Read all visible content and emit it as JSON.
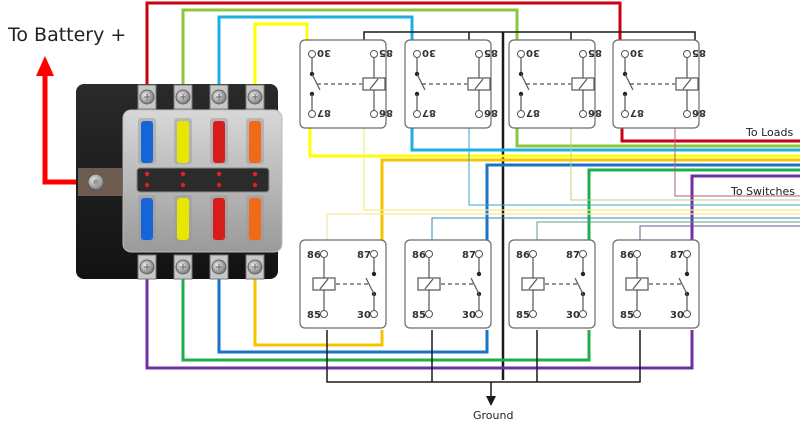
{
  "labels": {
    "battery": "To Battery +",
    "loads": "To Loads",
    "switches": "To Switches",
    "ground": "Ground"
  },
  "colors": {
    "battery_arrow": "#ff0000",
    "ground": "#1a1a1a",
    "circuits": [
      "#cc0010",
      "#8cc63f",
      "#1eaee6",
      "#ffff00",
      "#f5c400",
      "#1973c8",
      "#1fae4b",
      "#7030a0"
    ]
  },
  "fuse_block": {
    "fuse_colors_top": [
      "#1565d8",
      "#e6e600",
      "#d81c1c",
      "#f06a1a"
    ],
    "fuse_colors_bottom": [
      "#1565d8",
      "#e6e600",
      "#d81c1c",
      "#f06a1a"
    ]
  },
  "relays": {
    "top_row": [
      {
        "pins": {
          "tl": "30",
          "tr": "85",
          "bl": "87",
          "br": "86"
        }
      },
      {
        "pins": {
          "tl": "30",
          "tr": "85",
          "bl": "87",
          "br": "86"
        }
      },
      {
        "pins": {
          "tl": "30",
          "tr": "85",
          "bl": "87",
          "br": "86"
        }
      },
      {
        "pins": {
          "tl": "30",
          "tr": "85",
          "bl": "87",
          "br": "86"
        }
      }
    ],
    "bottom_row": [
      {
        "pins": {
          "tl": "86",
          "tr": "87",
          "bl": "85",
          "br": "30"
        }
      },
      {
        "pins": {
          "tl": "86",
          "tr": "87",
          "bl": "85",
          "br": "30"
        }
      },
      {
        "pins": {
          "tl": "86",
          "tr": "87",
          "bl": "85",
          "br": "30"
        }
      },
      {
        "pins": {
          "tl": "86",
          "tr": "87",
          "bl": "85",
          "br": "30"
        }
      }
    ]
  }
}
